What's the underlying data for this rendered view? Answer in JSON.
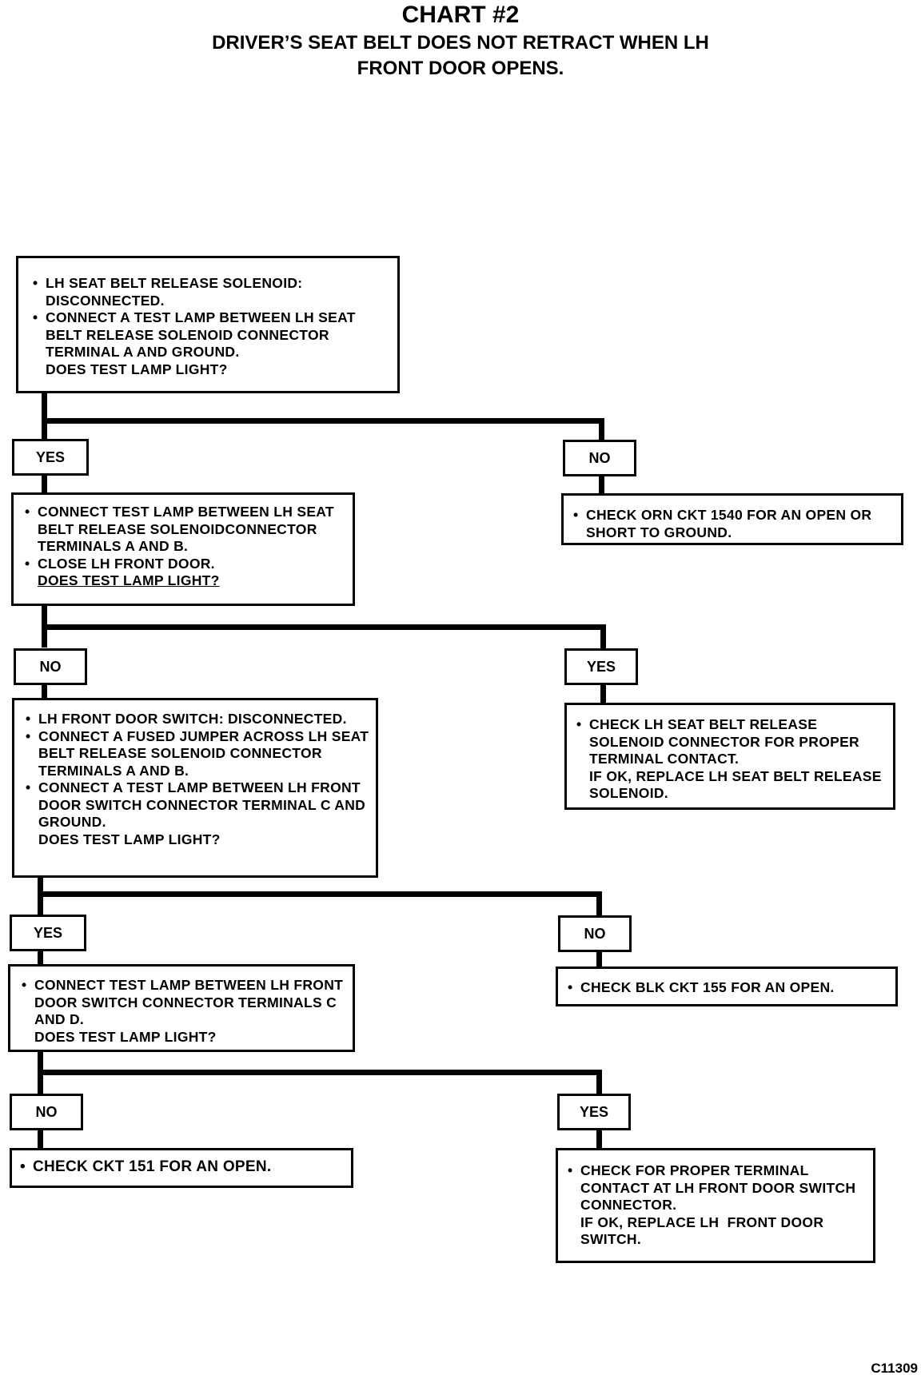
{
  "header": {
    "title": "CHART #2",
    "subtitle_line1": "DRIVER’S SEAT BELT DOES NOT RETRACT WHEN LH",
    "subtitle_line2": "FRONT DOOR OPENS."
  },
  "steps": {
    "step1": {
      "items": [
        "LH SEAT BELT RELEASE SOLENOID: DISCONNECTED.",
        "CONNECT A TEST LAMP BETWEEN LH SEAT BELT RELEASE SOLENOID CONNECTOR TERMINAL A AND GROUND."
      ],
      "question": "DOES TEST LAMP LIGHT?"
    },
    "step1_no_result": "CHECK ORN CKT 1540 FOR AN OPEN OR SHORT TO GROUND.",
    "step2": {
      "items": [
        "CONNECT TEST LAMP BETWEEN LH SEAT BELT RELEASE SOLENOIDCONNECTOR TERMINALS A AND B.",
        "CLOSE LH FRONT DOOR."
      ],
      "question": "DOES TEST LAMP LIGHT?"
    },
    "step2_yes_result": {
      "item": "CHECK LH SEAT BELT RELEASE SOLENOID CONNECTOR FOR PROPER TERMINAL CONTACT.",
      "followup": "IF OK, REPLACE LH SEAT BELT RELEASE SOLENOID."
    },
    "step3": {
      "items": [
        "LH FRONT DOOR SWITCH: DISCONNECTED.",
        "CONNECT A FUSED JUMPER ACROSS LH SEAT BELT RELEASE SOLENOID CONNECTOR TERMINALS A AND B.",
        "CONNECT A TEST LAMP BETWEEN LH FRONT DOOR SWITCH CONNECTOR TERMINAL C AND GROUND."
      ],
      "question": "DOES TEST LAMP LIGHT?"
    },
    "step3_no_result": "CHECK BLK CKT 155 FOR AN OPEN.",
    "step4": {
      "items": [
        "CONNECT TEST LAMP BETWEEN LH FRONT DOOR SWITCH CONNECTOR TERMINALS C AND D."
      ],
      "question": "DOES TEST LAMP LIGHT?"
    },
    "step4_no_result": "CHECK CKT 151 FOR AN OPEN.",
    "step4_yes_result": {
      "item": "CHECK FOR PROPER TERMINAL CONTACT AT LH FRONT DOOR SWITCH CONNECTOR.",
      "followup": "IF OK, REPLACE LH  FRONT DOOR SWITCH."
    }
  },
  "labels": {
    "yes": "YES",
    "no": "NO"
  },
  "figure_code": "C11309"
}
